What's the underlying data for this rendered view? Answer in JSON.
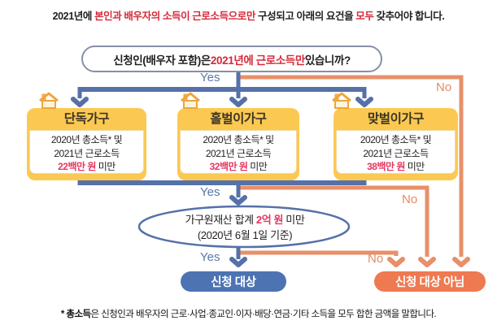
{
  "title": {
    "t1": "2021년에 ",
    "r1": "본인과 배우자의 소득이 근로소득으로만",
    "t2": " 구성되고 아래의 요건을 ",
    "r2": "모두",
    "t3": " 갖추어야 합니다."
  },
  "question": {
    "t1": "신청인(배우자 포함)은 ",
    "r1": "2021년에 근로소득만",
    "t2": " 있습니까?"
  },
  "labels": {
    "yes": "Yes",
    "no": "No"
  },
  "boxes": [
    {
      "header": "단독가구",
      "line1": "2020년 총소득* 및",
      "line2": "2021년 근로소득",
      "amount": "22백만 원",
      "suffix": " 미만"
    },
    {
      "header": "홀벌이가구",
      "line1": "2020년 총소득* 및",
      "line2": "2021년 근로소득",
      "amount": "32백만 원",
      "suffix": " 미만"
    },
    {
      "header": "맞벌이가구",
      "line1": "2020년 총소득* 및",
      "line2": "2021년 근로소득",
      "amount": "38백만 원",
      "suffix": " 미만"
    }
  ],
  "asset_check": {
    "t1": "가구원재산 합계 ",
    "amount": "2억 원",
    "t2": " 미만",
    "line2": "(2020년 6월 1일 기준)"
  },
  "results": {
    "eligible": "신청 대상",
    "not_eligible": "신청 대상 아님"
  },
  "footnote": {
    "bold": "* 총소득",
    "rest": "은 신청인과 배우자의 근로·사업·종교인·이자·배당·연금·기타 소득을 모두 합한 금액을 말합니다."
  },
  "colors": {
    "flow_blue": "#5571a8",
    "pill_blue": "#4d73b3",
    "flow_orange": "#e8906a",
    "pill_orange": "#ef7950",
    "header_yellow": "#fbc951",
    "title_red": "#d6293a",
    "amount_red": "#e5365f",
    "question_border": "#8690a6",
    "house_gold": "#efa53d"
  }
}
